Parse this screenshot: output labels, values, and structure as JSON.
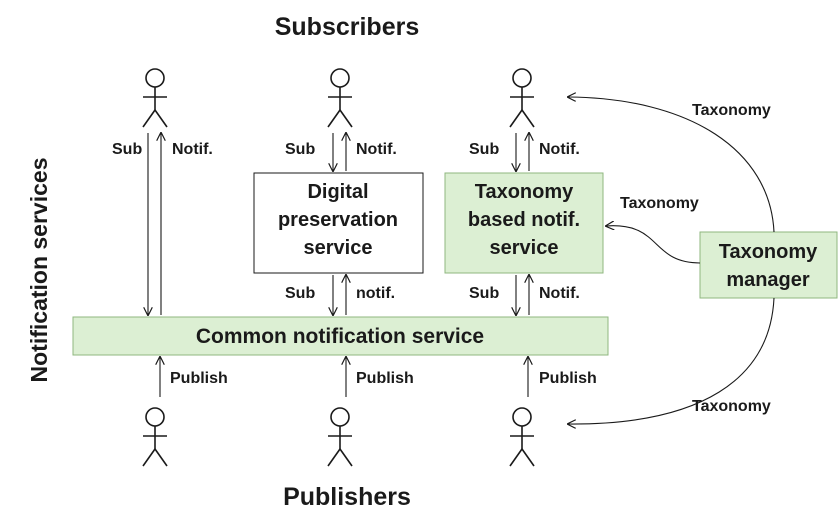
{
  "title_top": "Subscribers",
  "title_bottom": "Publishers",
  "side_label": "Notification services",
  "arrow_labels": {
    "sub": "Sub",
    "notif": "Notif.",
    "notif_lower": "notif.",
    "publish": "Publish",
    "taxonomy": "Taxonomy"
  },
  "boxes": {
    "digital_preservation": [
      "Digital",
      "preservation",
      "service"
    ],
    "taxonomy_based": [
      "Taxonomy",
      "based notif.",
      "service"
    ],
    "taxonomy_manager": [
      "Taxonomy",
      "manager"
    ],
    "common_notification": "Common notification service"
  },
  "colors": {
    "box_green_fill": "#dcefd3",
    "box_green_stroke": "#8fb77f",
    "text": "#1a1a1a"
  }
}
